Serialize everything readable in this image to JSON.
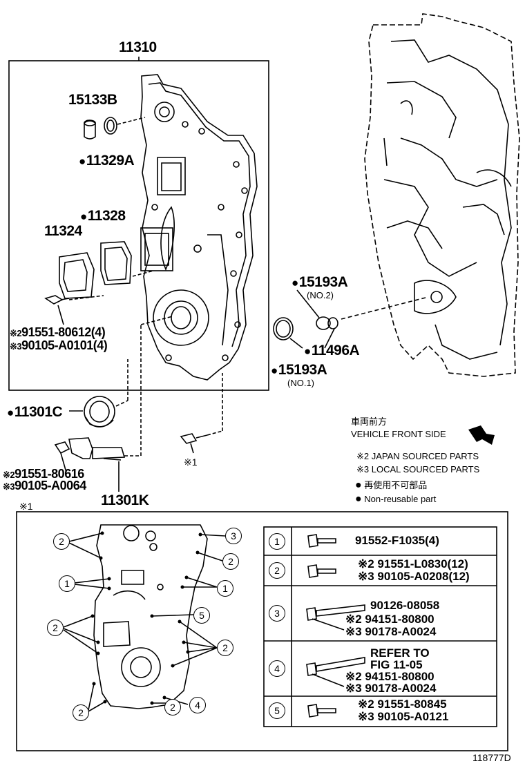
{
  "top": {
    "assembly_number": "11310",
    "parts": {
      "p15133B": "15133B",
      "p11329A": "11329A",
      "p11328": "11328",
      "p11324": "11324",
      "bolt_a_jp": "91551-80612(4)",
      "bolt_a_lo": "90105-A0101(4)",
      "p11301C": "11301C",
      "bolt_b_jp": "91551-80616",
      "bolt_b_lo": "90105-A0064",
      "p11301K": "11301K",
      "p15193A_top": "15193A",
      "no2": "(NO.2)",
      "p11496A": "11496A",
      "p15193A_bottom": "15193A",
      "no1": "(NO.1)",
      "ref_mark": "※1"
    },
    "front_jp": "車両前方",
    "front_en": "VEHICLE FRONT SIDE",
    "legend": {
      "jp_parts": "※2 JAPAN SOURCED PARTS",
      "local_parts": "※3 LOCAL SOURCED PARTS",
      "nonreuse_jp": "再使用不可部品",
      "nonreuse_en": "Non-reusable part"
    }
  },
  "detail": {
    "title": "※1",
    "table": [
      {
        "num": "1",
        "lines": [
          "91552-F1035(4)"
        ]
      },
      {
        "num": "2",
        "lines": [
          "※2 91551-L0830(12)",
          "※3 90105-A0208(12)"
        ]
      },
      {
        "num": "3",
        "lines": [
          "90126-08058",
          "※2 94151-80800",
          "※3 90178-A0024"
        ]
      },
      {
        "num": "4",
        "lines": [
          "REFER TO",
          "FIG 11-05",
          "※2 94151-80800",
          "※3 90178-A0024"
        ]
      },
      {
        "num": "5",
        "lines": [
          "※2 91551-80845",
          "※3 90105-A0121"
        ]
      }
    ]
  },
  "figure_id": "118777D"
}
